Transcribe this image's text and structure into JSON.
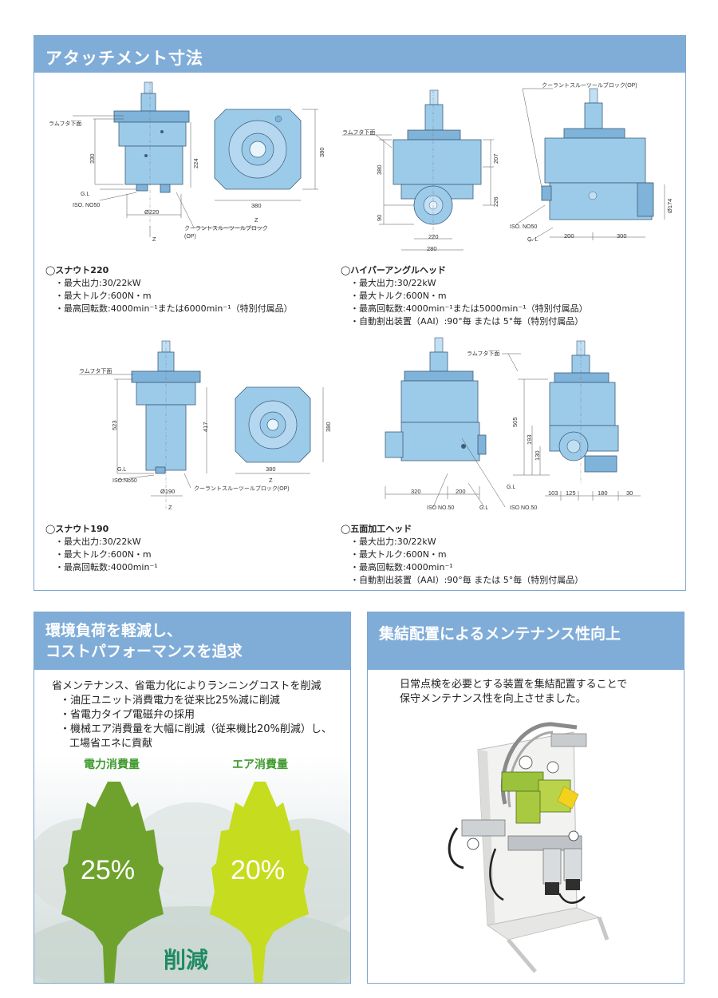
{
  "top": {
    "title": "アタッチメント寸法",
    "labels": {
      "lamu": "ラムフタ下面",
      "gl": "G.L",
      "gl2": "G. L",
      "iso_a": "ISO. NO50",
      "iso_b": "ISO.No50",
      "iso_c": "ISO NO.50",
      "coolant": "クーラントスルーツールブロック",
      "op": "(OP)",
      "coolant_op": "クーラントスルーツールブロック(OP)",
      "z": "Z"
    },
    "dims": {
      "d330": "330",
      "d224": "224",
      "d380": "380",
      "d220d": "Ø220",
      "d207": "207",
      "d226": "226",
      "d90": "90",
      "d220": "220",
      "d280": "280",
      "d174": "Ø174",
      "d200": "200",
      "d300": "300",
      "d523": "523",
      "d417": "417",
      "d190": "Ø190",
      "d505": "505",
      "d193": "193",
      "d130": "130",
      "d320": "320",
      "d103": "103",
      "d125": "125",
      "d180": "180",
      "d30": "30"
    },
    "specs": [
      {
        "name": "◯スナウト220",
        "rows": [
          "・最大出力:30/22kW",
          "・最大トルク:600N・m",
          "・最高回転数:4000min⁻¹または6000min⁻¹（特別付属品）"
        ]
      },
      {
        "name": "◯ハイパーアングルヘッド",
        "rows": [
          "・最大出力:30/22kW",
          "・最大トルク:600N・m",
          "・最高回転数:4000min⁻¹または5000min⁻¹（特別付属品）",
          "・自動割出装置（AAI）:90°毎 または 5°毎（特別付属品）"
        ]
      },
      {
        "name": "◯スナウト190",
        "rows": [
          "・最大出力:30/22kW",
          "・最大トルク:600N・m",
          "・最高回転数:4000min⁻¹"
        ]
      },
      {
        "name": "◯五面加工ヘッド",
        "rows": [
          "・最大出力:30/22kW",
          "・最大トルク:600N・m",
          "・最高回転数:4000min⁻¹",
          "・自動割出装置（AAI）:90°毎 または 5°毎（特別付属品）"
        ]
      }
    ]
  },
  "left": {
    "title_line1": "環境負荷を軽減し、",
    "title_line2": "コストパフォーマンスを追求",
    "desc0": "省メンテナンス、省電力化によりランニングコストを削減",
    "items": [
      "・油圧ユニット消費電力を従来比25%減に削減",
      "・省電力タイプ電磁弁の採用",
      "・機械エア消費量を大幅に削減（従来機比20%削減）し、"
    ],
    "item_cont": "工場省エネに貢献",
    "tree1_label": "電力消費量",
    "tree2_label": "エア消費量",
    "tree1_value": "25%",
    "tree2_value": "20%",
    "reduction": "削減"
  },
  "right": {
    "title": "集結配置によるメンテナンス性向上",
    "desc_line1": "日常点検を必要とする装置を集結配置することで",
    "desc_line2": "保守メンテナンス性を向上させました。"
  },
  "colors": {
    "header": "#80add8",
    "machine": "#9ccbea",
    "tree_dark": "#6ea22c",
    "tree_light": "#c6dc1e",
    "sakugen": "#1f8a64"
  }
}
